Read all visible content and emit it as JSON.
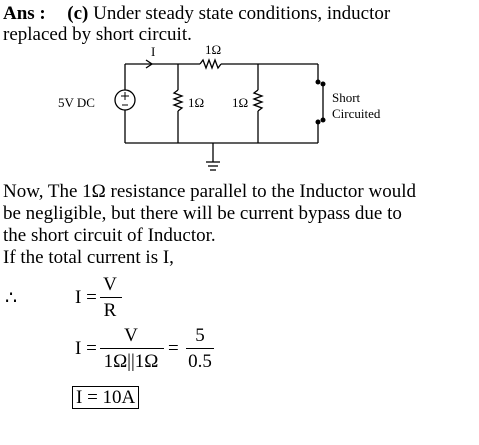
{
  "answer": {
    "label": "Ans :",
    "option": "(c)",
    "line1_rest": "Under steady state conditions, inductor",
    "line2": "replaced by short circuit."
  },
  "circuit": {
    "current_label": "I",
    "top_resistor": "1Ω",
    "source_label": "5V DC",
    "r1_label": "1Ω",
    "r2_label": "1Ω",
    "short_label_1": "Short",
    "short_label_2": "Circuited"
  },
  "explanation": {
    "line1": "Now, The 1Ω resistance parallel to the Inductor would",
    "line2": "be negligible, but there will be current bypass due to",
    "line3": "the short circuit of Inductor.",
    "line4": "If the total current is I,"
  },
  "equations": {
    "therefore": "∴",
    "eq1_lhs": "I =",
    "eq1_num": "V",
    "eq1_den": "R",
    "eq2_lhs": "I =",
    "eq2_num": "V",
    "eq2_den": "1Ω||1Ω",
    "eq2_eq": "=",
    "eq2_num2": "5",
    "eq2_den2": "0.5",
    "result": "I = 10A"
  }
}
